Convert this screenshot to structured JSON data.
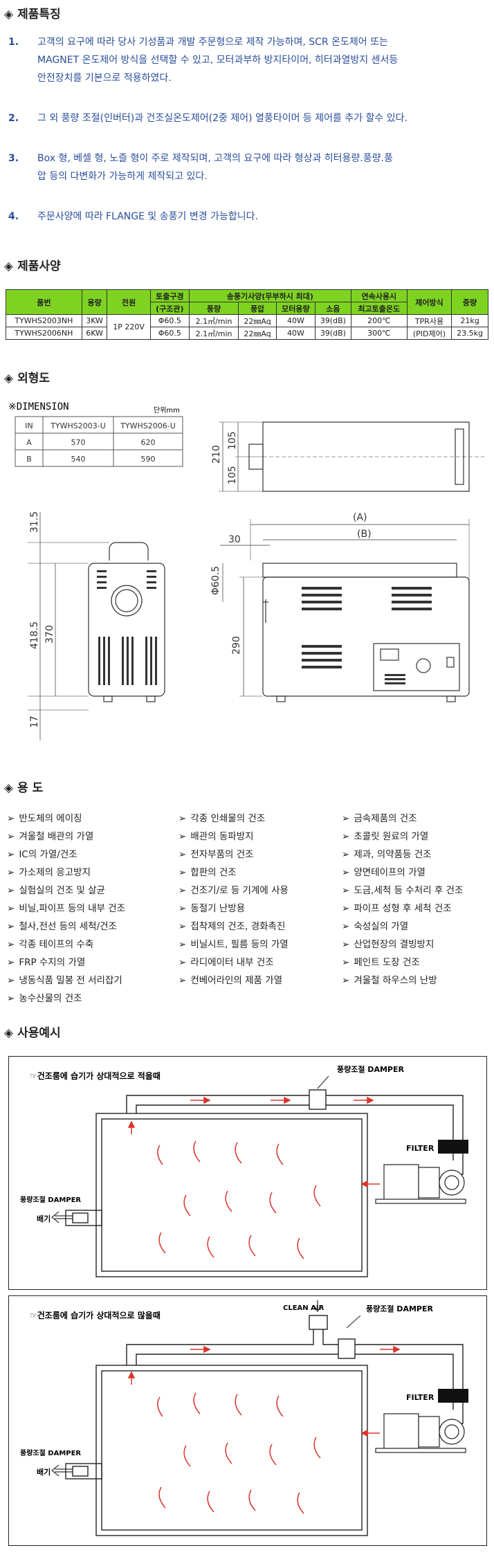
{
  "sections": {
    "features": "제품특징",
    "spec": "제품사양",
    "outline": "외형도",
    "usage": "용 도",
    "example": "사용예시"
  },
  "features": [
    {
      "num": "1.",
      "lines": [
        "고객의 요구에 따라 당사 기성품과 개발 주문형으로 제작 가능하며, SCR 온도제어 또는",
        "MAGNET 온도제어 방식을 선택할 수 있고, 모터과부하 방지타이머, 히터과열방지 센서등",
        "안전장치를 기본으로 적용하였다."
      ]
    },
    {
      "num": "2.",
      "lines": [
        "그 외 풍량 조절(인버터)과 건조실온도제어(2중 제어) 열풍타이머 등 제어를 추가 할수 있다."
      ]
    },
    {
      "num": "3.",
      "lines": [
        "Box 형, 베셀 형, 노즐 형이 주로  제작되며,  고객의 요구에 따라 형상과 히터용량.풍량.풍",
        "압 등의 다변화가 가능하게 제작되고 있다."
      ]
    },
    {
      "num": "4.",
      "lines": [
        "주문사양에 따라 FLANGE 및 송풍기 변경 가능합니다."
      ]
    }
  ],
  "spec_table": {
    "h_model": "품번",
    "h_capacity": "용량",
    "h_power": "전원",
    "h_outlet": "토출구경",
    "h_outlet2": "(구조관)",
    "h_blower": "송풍기사양(무부하시 최대)",
    "h_temp": "연속사용시",
    "h_temp2": "최고토출온도",
    "h_control": "제어방식",
    "h_weight": "중량",
    "h_flow": "풍량",
    "h_pressure": "풍압",
    "h_motor": "모터용량",
    "h_noise": "소음",
    "power": "1P 220V",
    "rows": [
      {
        "model": "TYWHS2003NH",
        "capacity": "3KW",
        "outlet": "Φ60.5",
        "flow": "2.1㎥/min",
        "pressure": "22㎜Aq",
        "motor": "40W",
        "noise": "39(dB)",
        "temp": "200℃",
        "control": "TPR사용",
        "weight": "21kg"
      },
      {
        "model": "TYWHS2006NH",
        "capacity": "6KW",
        "outlet": "Φ60.5",
        "flow": "2.1㎥/min",
        "pressure": "22㎜Aq",
        "motor": "40W",
        "noise": "39(dB)",
        "temp": "300℃",
        "control": "(PID제어)",
        "weight": "23.5kg"
      }
    ]
  },
  "dimension": {
    "title": "※DIMENSION",
    "unit": "단위mm",
    "headers": [
      "IN",
      "TYWHS2003-U",
      "TYWHS2006-U"
    ],
    "rows": [
      [
        "A",
        "570",
        "620"
      ],
      [
        "B",
        "540",
        "590"
      ]
    ],
    "labels": {
      "d105a": "105",
      "d105b": "105",
      "d210": "210",
      "d315": "31.5",
      "d4185": "418.5",
      "d370": "370",
      "d17": "17",
      "dA": "(A)",
      "dB": "(B)",
      "d30": "30",
      "d605": "Φ60.5",
      "d290": "290"
    }
  },
  "usage": [
    [
      "반도체의 에이징",
      "겨울철 배관의 가열",
      "IC의 가열/건조",
      "가소제의 응고방지",
      "실험실의 건조 및 살균",
      "비닐,파이프 등의 내부 건조",
      "철사,전선 등의 세척/건조",
      "각종 테이프의 수축",
      "FRP 수지의 가열",
      "냉동식품 밀봉 전 서리잡기",
      "농수산물의 건조"
    ],
    [
      "각종 인쇄물의 건조",
      "배관의 동파방지",
      "전자부품의 건조",
      "합판의 건조",
      "건조기/로 등 기계에 사용",
      "동절기 난방용",
      "접착제의 건조, 경화촉진",
      "비닐시트, 필름 등의 가열",
      "라디에이터 내부 건조",
      "컨베어라인의 제품 가열"
    ],
    [
      "금속제품의 건조",
      "초콜릿 원료의 가열",
      "제과, 의약품등 건조",
      "양면테이프의 가열",
      "도금,세척 등 수처리 후 건조",
      "파이프 성형 후 세척 건조",
      "숙성실의 가열",
      "산업현장의 결빙방지",
      "페인트 도장 건조",
      "겨울철 하우스의 난방"
    ]
  ],
  "usage_marker": "➢",
  "example1": {
    "title": "☞건조룸에 습기가 상대적으로 적을때",
    "damper_top": "풍량조절 DAMPER",
    "damper_left": "풍량조절 DAMPER",
    "filter": "FILTER",
    "exhaust": "배기"
  },
  "example2": {
    "title": "☞건조룸에 습기가 상대적으로 많을때",
    "clean_air": "CLEAN AIR",
    "damper_top": "풍량조절 DAMPER",
    "damper_left": "풍량조절 DAMPER",
    "filter": "FILTER",
    "exhaust": "배기"
  },
  "colors": {
    "feature_text": "#2a4d9a",
    "table_header": "#7ed321",
    "arrow": "#d9342b"
  }
}
